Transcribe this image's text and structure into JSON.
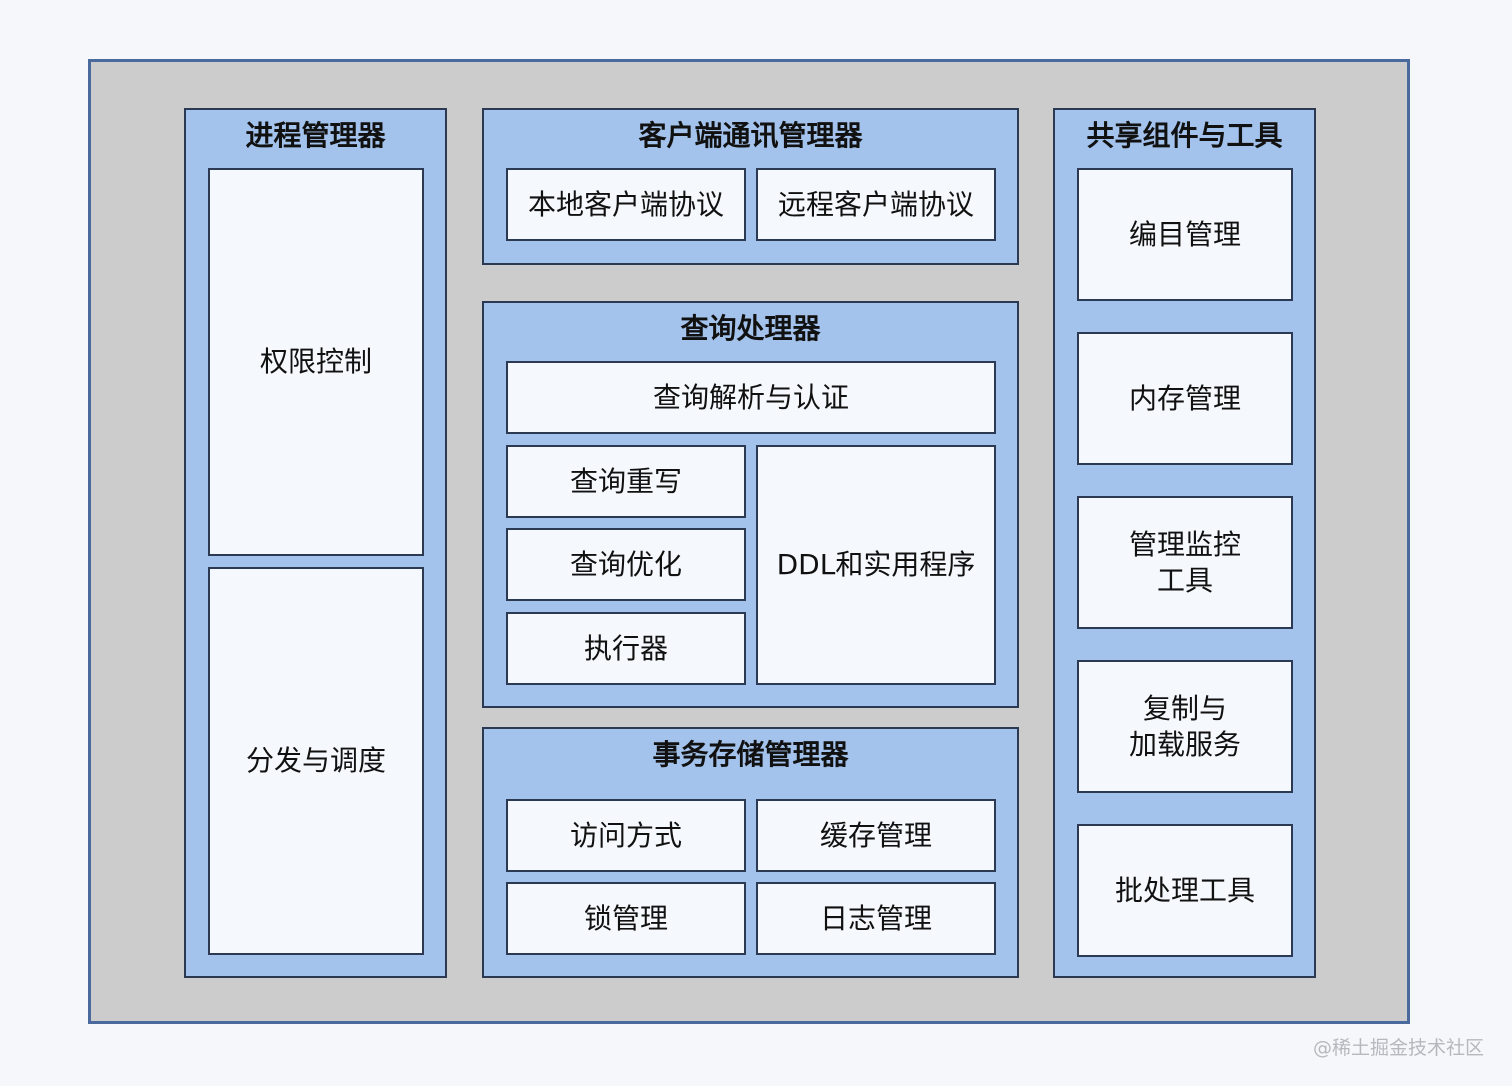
{
  "process_manager": {
    "title": "进程管理器",
    "items": [
      "权限控制",
      "分发与调度"
    ]
  },
  "client_comm_manager": {
    "title": "客户端通讯管理器",
    "items": [
      "本地客户端协议",
      "远程客户端协议"
    ]
  },
  "query_processor": {
    "title": "查询处理器",
    "parse": "查询解析与认证",
    "rewrite": "查询重写",
    "optimize": "查询优化",
    "executor": "执行器",
    "ddl": "DDL和实用程序"
  },
  "transactional_storage_manager": {
    "title": "事务存储管理器",
    "items": [
      "访问方式",
      "缓存管理",
      "锁管理",
      "日志管理"
    ]
  },
  "shared_components": {
    "title": "共享组件与工具",
    "items": [
      "编目管理",
      "内存管理",
      "管理监控\n工具",
      "复制与\n加载服务",
      "批处理工具"
    ]
  },
  "watermark": "@稀土掘金技术社区"
}
